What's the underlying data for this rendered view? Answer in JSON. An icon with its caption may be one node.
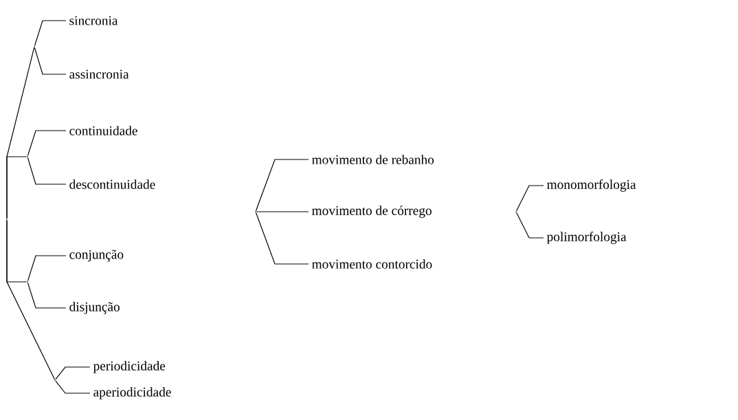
{
  "diagram": {
    "nodes": [
      {
        "text": [],
        "shape": "point"
      },
      {
        "text": [],
        "shape": "point"
      },
      {
        "text": [
          "sincronia"
        ]
      },
      {
        "text": [
          "assincronia"
        ]
      },
      {
        "text": [],
        "shape": "point"
      },
      {
        "text": [
          "continuidade"
        ]
      },
      {
        "text": [
          "descontinuidade"
        ]
      },
      {
        "text": [],
        "shape": "point"
      },
      {
        "text": [
          "conjunção"
        ]
      },
      {
        "text": [
          "disjunção"
        ]
      },
      {
        "text": [],
        "shape": "point"
      },
      {
        "text": [
          "periodicidade"
        ]
      },
      {
        "text": [
          "aperiodicidade"
        ]
      },
      {
        "text": [],
        "shape": "point"
      },
      {
        "text": [
          "movimento de rebanho"
        ]
      },
      {
        "text": [
          "movimento de córrego"
        ]
      },
      {
        "text": [
          "movimento contorcido"
        ]
      },
      {
        "text": [],
        "shape": "point"
      },
      {
        "text": [
          "monomorfologia"
        ]
      },
      {
        "text": [
          "polimorfologia"
        ]
      }
    ],
    "edges": [
      {
        "from": 0,
        "to": 1,
        "arrow": "none"
      },
      {
        "from": 0,
        "to": 4,
        "arrow": "none"
      },
      {
        "from": 0,
        "to": 7,
        "arrow": "none"
      },
      {
        "from": 0,
        "to": 10,
        "arrow": "none"
      },
      {
        "from": 1,
        "to": 2,
        "arrow": "none"
      },
      {
        "from": 1,
        "to": 3,
        "arrow": "none"
      },
      {
        "from": 4,
        "to": 5,
        "arrow": "none"
      },
      {
        "from": 4,
        "to": 6,
        "arrow": "none"
      },
      {
        "from": 7,
        "to": 8,
        "arrow": "none"
      },
      {
        "from": 7,
        "to": 9,
        "arrow": "none"
      },
      {
        "from": 10,
        "to": 11,
        "arrow": "none"
      },
      {
        "from": 10,
        "to": 12,
        "arrow": "none"
      },
      {
        "from": 13,
        "to": 14,
        "arrow": "none"
      },
      {
        "from": 13,
        "to": 15,
        "arrow": "none"
      },
      {
        "from": 13,
        "to": 16,
        "arrow": "none"
      },
      {
        "from": 17,
        "to": 18,
        "arrow": "none"
      },
      {
        "from": 17,
        "to": 19,
        "arrow": "none"
      }
    ]
  }
}
